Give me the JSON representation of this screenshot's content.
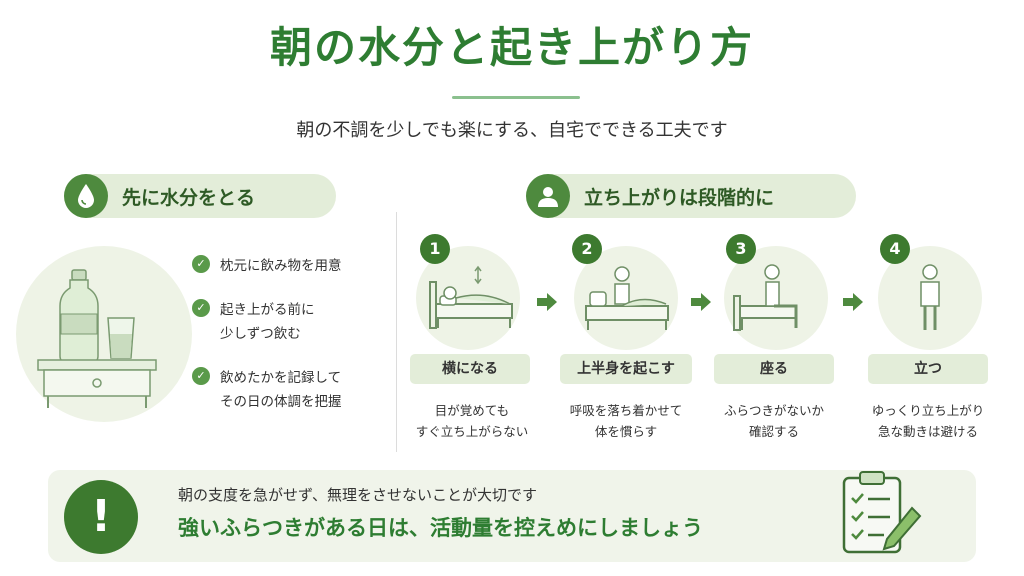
{
  "header": {
    "title": "朝の水分と起き上がり方",
    "subtitle": "朝の不調を少しでも楽にする、自宅でできる工夫です"
  },
  "hydration": {
    "heading": "先に水分をとる",
    "icon": "water-drop-icon",
    "items": [
      {
        "text": "枕元に飲み物を用意"
      },
      {
        "text": "起き上がる前に\n少しずつ飲む"
      },
      {
        "text": "飲めたかを記録して\nその日の体調を把握"
      }
    ]
  },
  "standing": {
    "heading": "立ち上がりは段階的に",
    "icon": "person-icon",
    "steps": [
      {
        "number": "1",
        "label": "横になる",
        "desc": "目が覚めても\nすぐ立ち上がらない"
      },
      {
        "number": "2",
        "label": "上半身を起こす",
        "desc": "呼吸を落ち着かせて\n体を慣らす"
      },
      {
        "number": "3",
        "label": "座る",
        "desc": "ふらつきがないか\n確認する"
      },
      {
        "number": "4",
        "label": "立つ",
        "desc": "ゆっくり立ち上がり\n急な動きは避ける"
      }
    ]
  },
  "banner": {
    "icon_text": "!",
    "line1": "朝の支度を急がせず、無理をさせないことが大切です",
    "line2": "強いふらつきがある日は、活動量を控えめにしましょう"
  },
  "colors": {
    "accent": "#2e7d32",
    "accent_dark": "#3d7a2f",
    "pill_bg": "#e3edd9",
    "circle_bg": "#eef3e6"
  }
}
